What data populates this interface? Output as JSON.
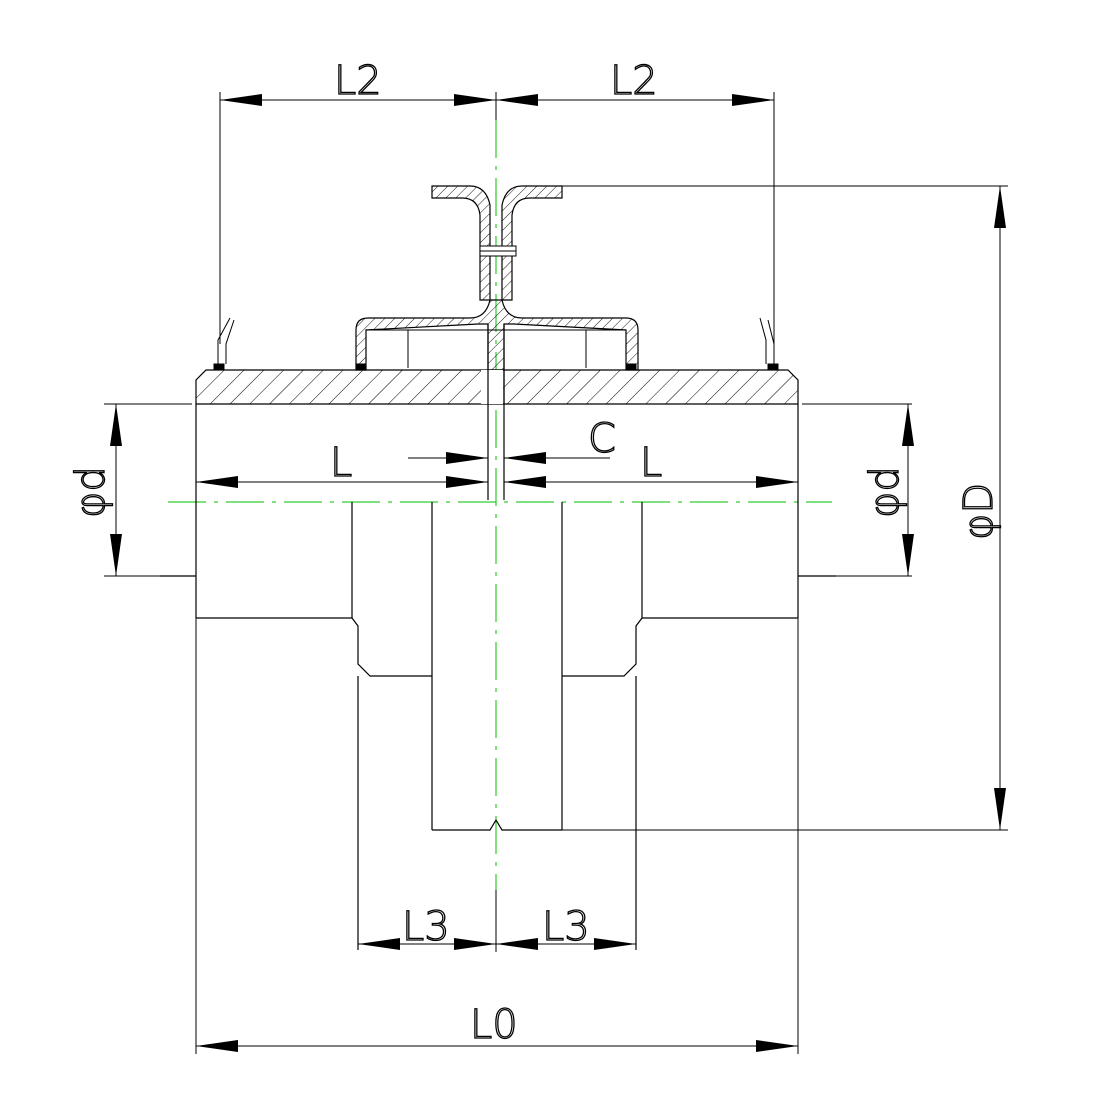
{
  "drawing": {
    "labels": {
      "L2_left": "L2",
      "L2_right": "L2",
      "C": "C",
      "L_left": "L",
      "L_right": "L",
      "d_left": "φd",
      "d_right": "φd",
      "D": "φD",
      "L3_left": "L3",
      "L3_right": "L3",
      "L0": "L0"
    }
  }
}
